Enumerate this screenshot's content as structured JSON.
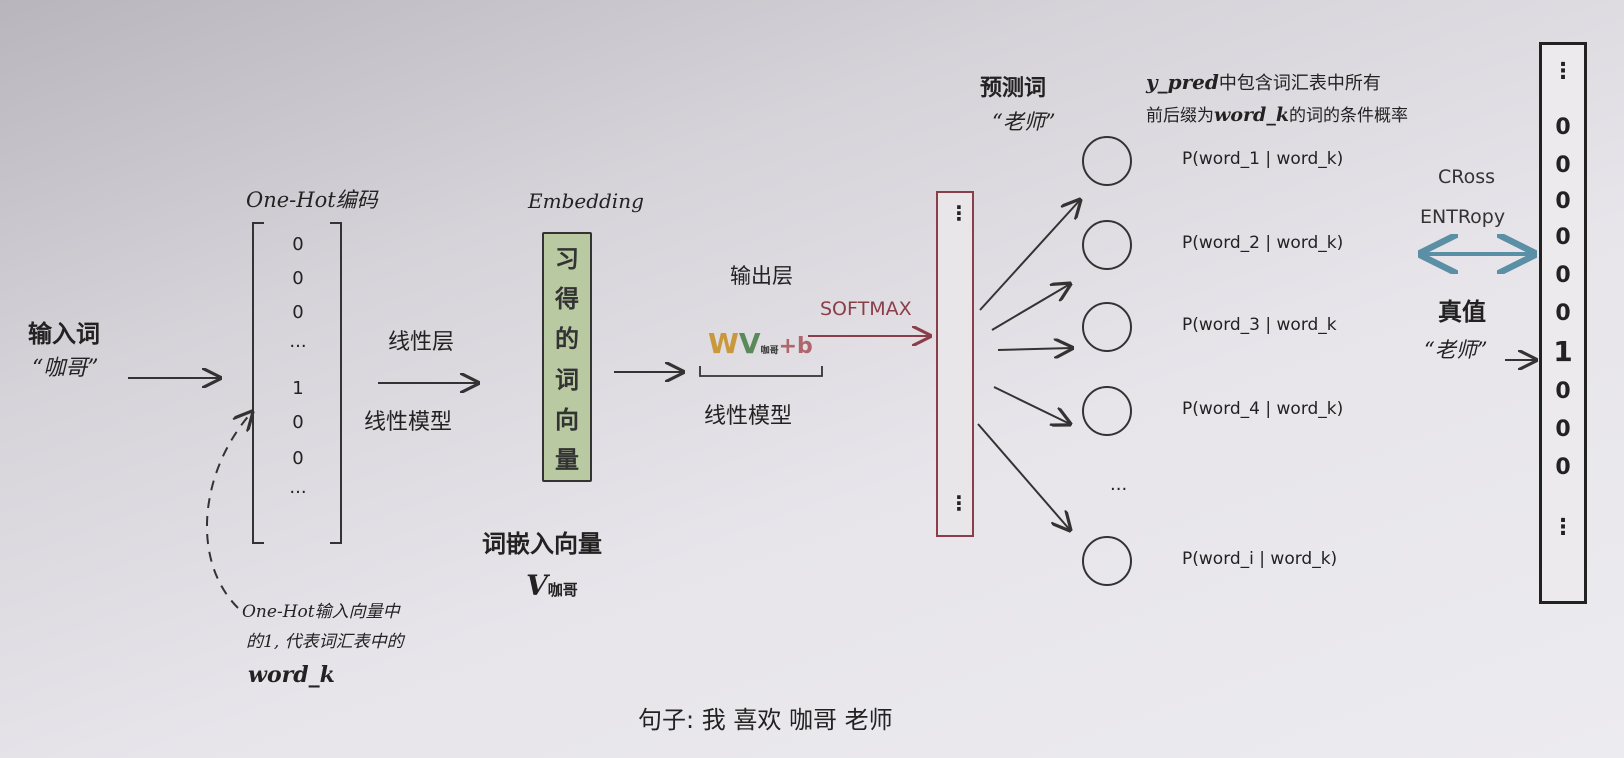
{
  "input_word": {
    "label": "输入词",
    "value": "“咖哥”"
  },
  "onehot": {
    "title": "One-Hot编码",
    "vector": [
      "0",
      "0",
      "0",
      "···",
      "1",
      "0",
      "0",
      "···"
    ],
    "note_line1": "One-Hot输入向量中",
    "note_line2": "的1, 代表词汇表中的",
    "note_line3": "word_k"
  },
  "linear1": {
    "top": "线性层",
    "bottom": "线性模型"
  },
  "embedding": {
    "title": "Embedding",
    "box_chars": [
      "习",
      "得",
      "的",
      "词",
      "向",
      "量"
    ],
    "caption": "词嵌入向量",
    "symbol": "V",
    "symbol_sub": "咖哥"
  },
  "output_layer": {
    "title": "输出层",
    "formula_w": "W",
    "formula_v": "V",
    "formula_v_sub": "咖哥",
    "formula_b": "+b",
    "caption": "线性模型"
  },
  "softmax": {
    "label": "SOFTMAX",
    "dots_top": "⋮",
    "dots_bottom": "⋮"
  },
  "prediction": {
    "label": "预测词",
    "value": "“老师”"
  },
  "ypred_note": {
    "line1_prefix": "y_pred",
    "line1_rest": "中包含词汇表中所有",
    "line2_prefix": "前后缀为",
    "line2_key": "word_k",
    "line2_rest": "的词的条件概率"
  },
  "probs": [
    "P(word_1 | word_k)",
    "P(word_2 | word_k)",
    "P(word_3 | word_k",
    "P(word_4 | word_k)",
    "···",
    "P(word_i | word_k)"
  ],
  "cross_entropy": {
    "line1": "CRoss",
    "line2": "ENTRopy"
  },
  "truth": {
    "label": "真值",
    "value": "“老师”"
  },
  "gt_vector": [
    "⋮",
    "0",
    "0",
    "0",
    "0",
    "0",
    "0",
    "1",
    "0",
    "0",
    "0",
    "⋮"
  ],
  "sentence": "句子: 我 喜欢 咖哥 老师",
  "colors": {
    "embedding_fill": "#b9c9a1",
    "softmax_border": "#8a3e4a",
    "formula_w": "#c9983c",
    "formula_v": "#5a8a5a",
    "formula_b": "#b0656d",
    "softmax_arrow": "#8a3e4a",
    "cross_entropy_arrow": "#5b8fa6"
  }
}
